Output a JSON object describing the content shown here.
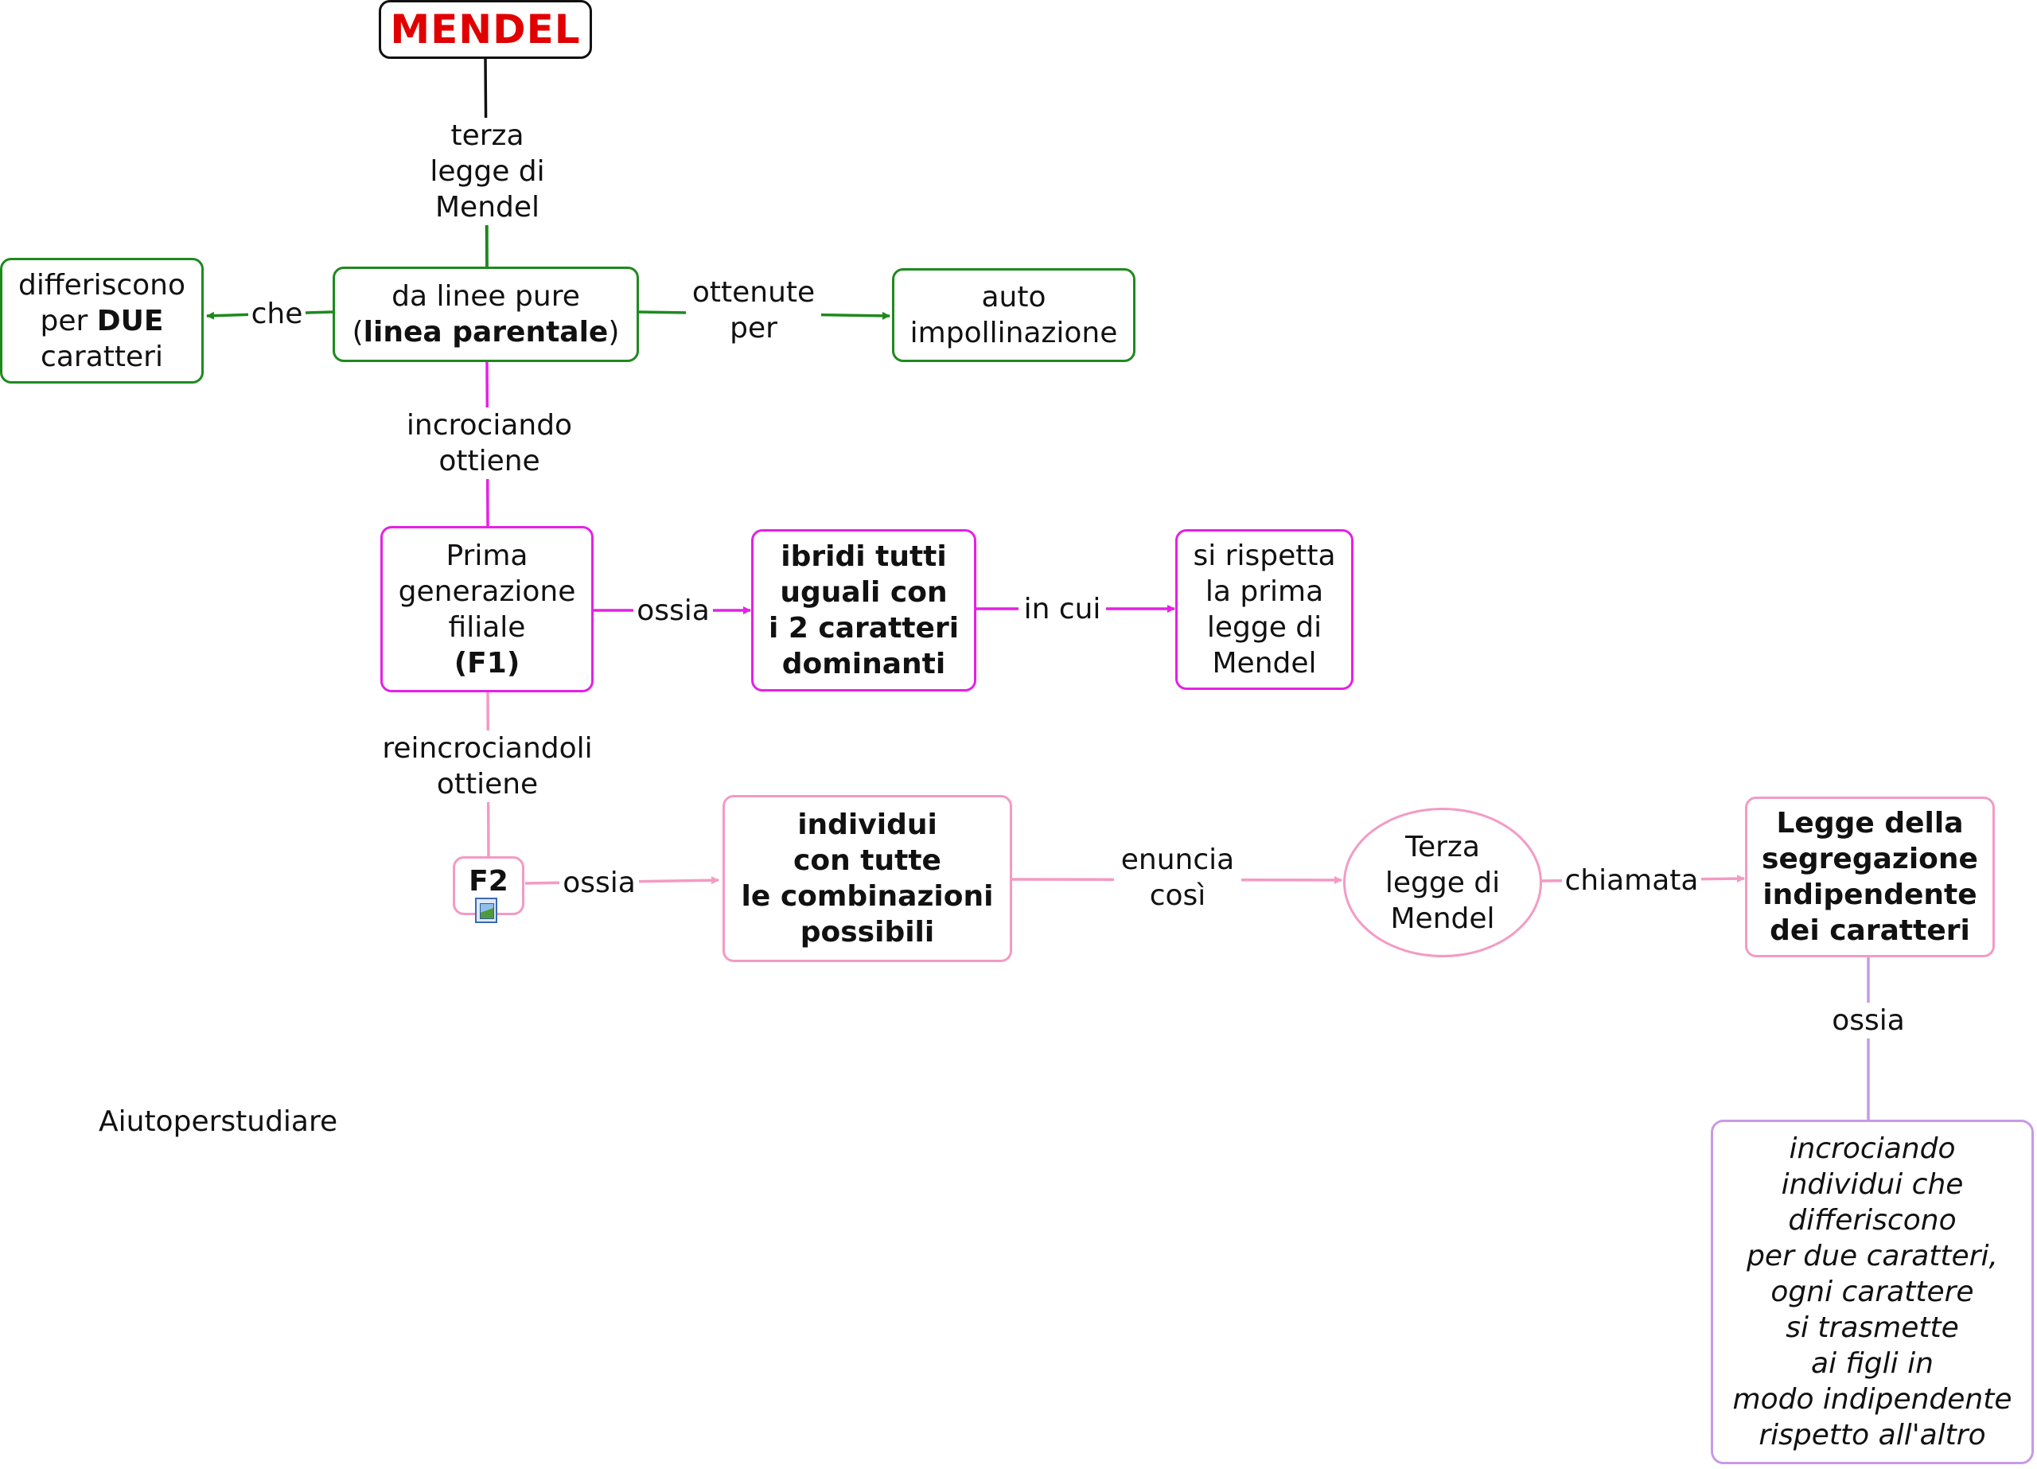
{
  "nodes": {
    "mendel": "MENDEL",
    "differiscono": [
      "differiscono",
      "per ",
      "DUE",
      "caratteri"
    ],
    "linee_pure": [
      "da linee pure",
      "(",
      "linea parentale",
      ")"
    ],
    "auto": [
      "auto",
      "impollinazione"
    ],
    "f1": [
      "Prima",
      "generazione",
      "filiale",
      "(F1)"
    ],
    "ibridi": [
      "ibridi tutti",
      "uguali con",
      "i 2 caratteri",
      "dominanti"
    ],
    "rispetta": [
      "si rispetta",
      "la prima",
      "legge di",
      "Mendel"
    ],
    "f2": "F2",
    "individui": [
      "individui",
      "con tutte",
      "le combinazioni",
      "possibili"
    ],
    "terza": [
      "Terza",
      "legge di",
      "Mendel"
    ],
    "legge": [
      "Legge della",
      "segregazione",
      "indipendente",
      "dei caratteri"
    ],
    "incrociando": [
      "incrociando",
      "individui che",
      "differiscono",
      "per due caratteri,",
      "ogni carattere",
      "si trasmette",
      "ai figli in",
      "modo indipendente",
      "rispetto all'altro"
    ]
  },
  "links": {
    "terza_legge": [
      "terza",
      "legge di",
      "Mendel"
    ],
    "che": "che",
    "ottenute": [
      "ottenute",
      "per"
    ],
    "incrociando_ottiene": [
      "incrociando",
      "ottiene"
    ],
    "ossia_1": "ossia",
    "in_cui": "in cui",
    "reincrociandoli": [
      "reincrociandoli",
      "ottiene"
    ],
    "ossia_2": "ossia",
    "enuncia": [
      "enuncia",
      "così"
    ],
    "chiamata": "chiamata",
    "ossia_3": "ossia"
  },
  "watermark": "Aiutoperstudiare",
  "colors": {
    "black": "#111111",
    "green": "#1e8a1e",
    "magenta": "#e620e6",
    "pink": "#f49ac4",
    "lavender": "#c79ae6",
    "title_red": "#e00000"
  },
  "icons": [
    "image-attachment-icon"
  ]
}
